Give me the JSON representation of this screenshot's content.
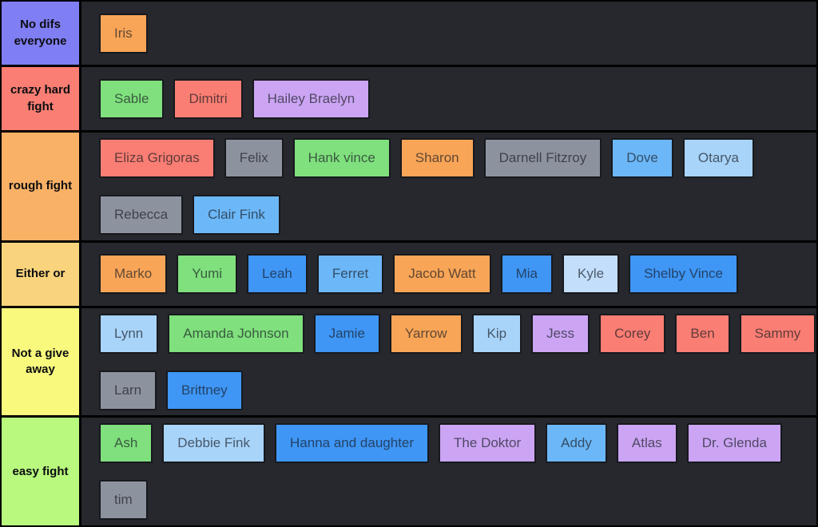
{
  "app": {
    "title": "Tier list",
    "content_background": "#26282e",
    "grid_color": "#000000",
    "item_border_color": "#17191e"
  },
  "palette": {
    "orange": "#f9a557",
    "green": "#7fe07d",
    "salmon": "#fa7e73",
    "purple": "#cba5f3",
    "gray": "#8d939e",
    "blue": "#3f96f5",
    "sky": "#6cb7f7",
    "light_blue": "#a9d4fa",
    "pale_blue": "#c2defb"
  },
  "tiers": [
    {
      "label": "No difs everyone",
      "color": "#7f7ef2",
      "lines": [
        [
          {
            "label": "Iris",
            "color": "orange"
          }
        ]
      ]
    },
    {
      "label": "crazy hard fight",
      "color": "#fa7e73",
      "lines": [
        [
          {
            "label": "Sable",
            "color": "green"
          },
          {
            "label": "Dimitri",
            "color": "salmon"
          },
          {
            "label": "Hailey Braelyn",
            "color": "purple"
          }
        ]
      ]
    },
    {
      "label": "rough fight",
      "color": "#f9b166",
      "lines": [
        [
          {
            "label": "Eliza Grigoras",
            "color": "salmon"
          },
          {
            "label": "Felix",
            "color": "gray"
          },
          {
            "label": "Hank vince",
            "color": "green"
          },
          {
            "label": "Sharon",
            "color": "orange"
          },
          {
            "label": "Darnell Fitzroy",
            "color": "gray"
          },
          {
            "label": "Dove",
            "color": "sky"
          },
          {
            "label": "Otarya",
            "color": "light_blue"
          }
        ],
        [
          {
            "label": "Rebecca",
            "color": "gray"
          },
          {
            "label": "Clair Fink",
            "color": "sky"
          }
        ]
      ]
    },
    {
      "label": "Either or",
      "color": "#fad47c",
      "lines": [
        [
          {
            "label": "Marko",
            "color": "orange"
          },
          {
            "label": "Yumi",
            "color": "green"
          },
          {
            "label": "Leah",
            "color": "blue"
          },
          {
            "label": "Ferret",
            "color": "sky"
          },
          {
            "label": "Jacob Watt",
            "color": "orange"
          },
          {
            "label": "Mia",
            "color": "blue"
          },
          {
            "label": "Kyle",
            "color": "pale_blue"
          },
          {
            "label": "Shelby Vince",
            "color": "blue"
          }
        ]
      ]
    },
    {
      "label": "Not a give away",
      "color": "#f9f97d",
      "lines": [
        [
          {
            "label": "Lynn",
            "color": "light_blue"
          },
          {
            "label": "Amanda Johnson",
            "color": "green"
          },
          {
            "label": "Jamie",
            "color": "blue"
          },
          {
            "label": "Yarrow",
            "color": "orange"
          },
          {
            "label": "Kip",
            "color": "light_blue"
          },
          {
            "label": "Jess",
            "color": "purple"
          },
          {
            "label": "Corey",
            "color": "salmon"
          },
          {
            "label": "Ben",
            "color": "salmon"
          },
          {
            "label": "Sammy",
            "color": "salmon"
          }
        ],
        [
          {
            "label": "Larn",
            "color": "gray"
          },
          {
            "label": "Brittney",
            "color": "blue"
          }
        ]
      ]
    },
    {
      "label": "easy fight",
      "color": "#b9f97e",
      "lines": [
        [
          {
            "label": "Ash",
            "color": "green"
          },
          {
            "label": "Debbie Fink",
            "color": "light_blue"
          },
          {
            "label": "Hanna and daughter",
            "color": "blue"
          },
          {
            "label": "The Doktor",
            "color": "purple"
          },
          {
            "label": "Addy",
            "color": "sky"
          },
          {
            "label": "Atlas",
            "color": "purple"
          },
          {
            "label": "Dr. Glenda",
            "color": "purple"
          }
        ],
        [
          {
            "label": "tim",
            "color": "gray"
          }
        ]
      ]
    }
  ]
}
